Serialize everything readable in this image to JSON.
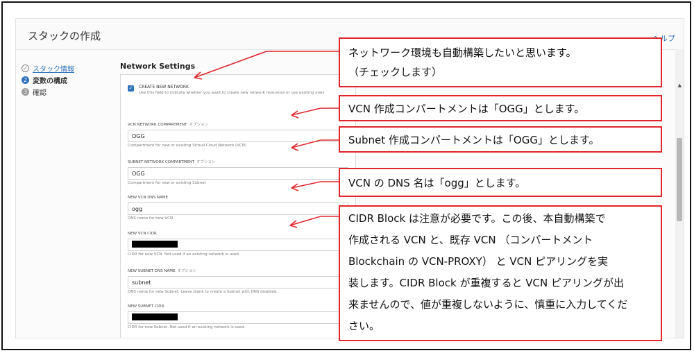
{
  "header": {
    "title": "スタックの作成",
    "help": "ヘルプ"
  },
  "steps": [
    {
      "num": "✓",
      "label": "スタック情報"
    },
    {
      "num": "2",
      "label": "変数の構成"
    },
    {
      "num": "3",
      "label": "確認"
    }
  ],
  "section": {
    "title": "Network Settings"
  },
  "checkbox": {
    "label": "CREATE NEW NETWORK",
    "help": "Use this field to indicate whether you want to create new network resources or use existing ones"
  },
  "fields": {
    "vcn_comp": {
      "label": "VCN NETWORK COMPARTMENT",
      "optional": "オプション",
      "value": "OGG",
      "help": "Compartment for new or existing Virtual Cloud Network (VCN)"
    },
    "subnet_comp": {
      "label": "SUBNET NETWORK COMPARTMENT",
      "optional": "オプション",
      "value": "OGG",
      "help": "Compartment for new or existing Subnet"
    },
    "vcn_dns": {
      "label": "NEW VCN DNS NAME",
      "value": "ogg",
      "help": "DNS name for new VCN"
    },
    "vcn_cidr": {
      "label": "NEW VCN CIDR",
      "help": "CIDR for new VCN. Not used if an existing network is used."
    },
    "subnet_dns": {
      "label": "NEW SUBNET DNS NAME",
      "optional": "オプション",
      "value": "subnet",
      "help": "DNS name for new Subnet. Leave blank to create a Subnet with DNS disabled."
    },
    "subnet_cidr": {
      "label": "NEW SUBNET CIDR",
      "help": "CIDR for new Subnet. Not used if an existing network is used."
    }
  },
  "callouts": {
    "c1": [
      "ネットワーク環境も自動構築したいと思います。",
      "（チェックします）"
    ],
    "c2": [
      "VCN 作成コンパートメントは「OGG」とします。"
    ],
    "c3": [
      "Subnet 作成コンパートメントは「OGG」とします。"
    ],
    "c4": [
      "VCN の DNS 名は「ogg」とします。"
    ],
    "c5": [
      "CIDR Block は注意が必要です。この後、本自動構築で",
      "作成される VCN と、既存 VCN （コンパートメント",
      "Blockchain の VCN-PROXY） と VCN ピアリングを実",
      "装します。CIDR Block が重複すると VCN ピアリングが出",
      "来ませんので、値が重複しないように、慎重に入力してくだ",
      "さい。"
    ]
  },
  "colors": {
    "accent": "#2e72b8",
    "callout_red": "#e0262b"
  }
}
